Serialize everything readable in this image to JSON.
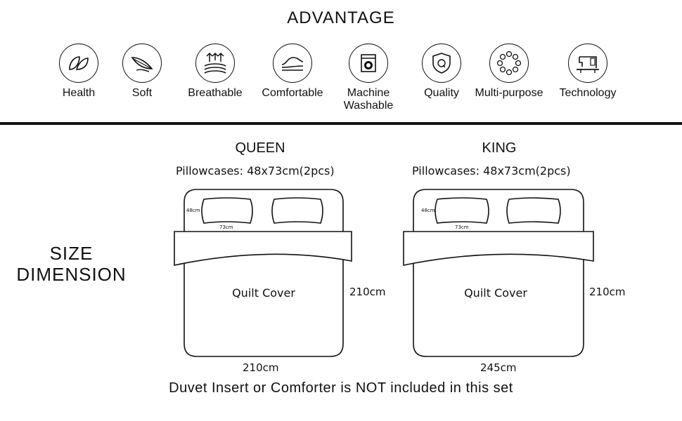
{
  "header": {
    "title": "ADVANTAGE"
  },
  "features": [
    {
      "label": "Health",
      "icon": "leaf-icon"
    },
    {
      "label": "Soft",
      "icon": "feather-icon"
    },
    {
      "label": "Breathable",
      "icon": "airflow-icon"
    },
    {
      "label": "Comfortable",
      "icon": "cushion-icon"
    },
    {
      "label": "Machine",
      "label2": "Washable",
      "icon": "washing-machine-icon"
    },
    {
      "label": "Quality",
      "icon": "shield-q-icon"
    },
    {
      "label": "Multi-purpose",
      "icon": "circle-dots-icon"
    },
    {
      "label": "Technology",
      "icon": "sewing-machine-icon"
    }
  ],
  "size_section": {
    "title_line1": "SIZE",
    "title_line2": "DIMENSION"
  },
  "beds": [
    {
      "name": "QUEEN",
      "pillowcases": "Pillowcases: 48x73cm(2pcs)",
      "pillow_height": "48cm",
      "pillow_width": "73cm",
      "quilt_label": "Quilt Cover",
      "length": "210cm",
      "width": "210cm"
    },
    {
      "name": "KING",
      "pillowcases": "Pillowcases: 48x73cm(2pcs)",
      "pillow_height": "48cm",
      "pillow_width": "73cm",
      "quilt_label": "Quilt Cover",
      "length": "210cm",
      "width": "245cm"
    }
  ],
  "footer": {
    "note": "Duvet Insert or Comforter is NOT included in this set"
  }
}
